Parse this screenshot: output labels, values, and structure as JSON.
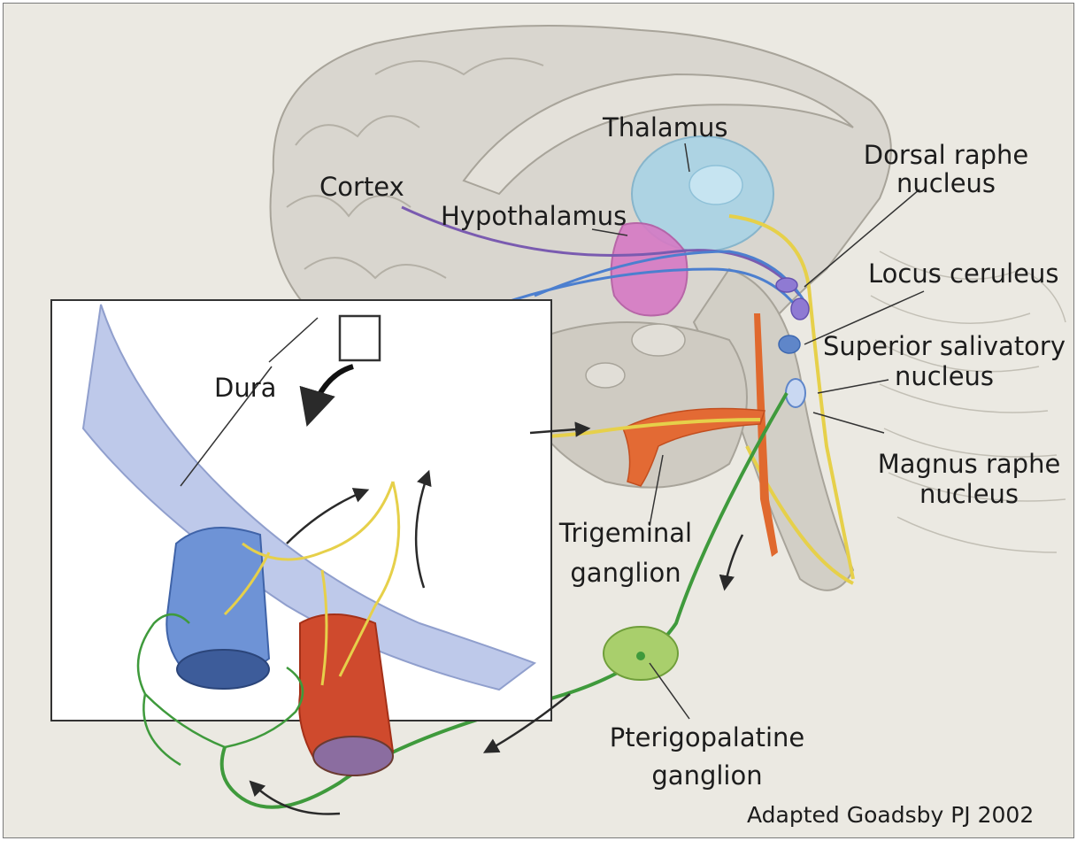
{
  "labels": {
    "thalamus": "Thalamus",
    "dorsal_raphe_1": "Dorsal raphe",
    "dorsal_raphe_2": "nucleus",
    "cortex": "Cortex",
    "hypothalamus": "Hypothalamus",
    "locus_ceruleus": "Locus ceruleus",
    "superior_salivatory_1": "Superior salivatory",
    "superior_salivatory_2": "nucleus",
    "dura": "Dura",
    "magnus_raphe_1": "Magnus raphe",
    "magnus_raphe_2": "nucleus",
    "trigeminal_1": "Trigeminal",
    "trigeminal_2": "ganglion",
    "pterygopalatine_1": "Pterigopalatine",
    "pterygopalatine_2": "ganglion"
  },
  "credit": "Adapted Goadsby PJ 2002",
  "colors": {
    "background": "#ebe9e2",
    "brain": "#d6d3cb",
    "thalamus": "#a9d3e6",
    "hypothalamus": "#d67ac4",
    "trigeminal_nerve": "#e6d04a",
    "parasympathetic": "#3f9a3c",
    "artery": "#d9522e",
    "vein": "#5f86c9",
    "dura": "#9fb3dc"
  }
}
